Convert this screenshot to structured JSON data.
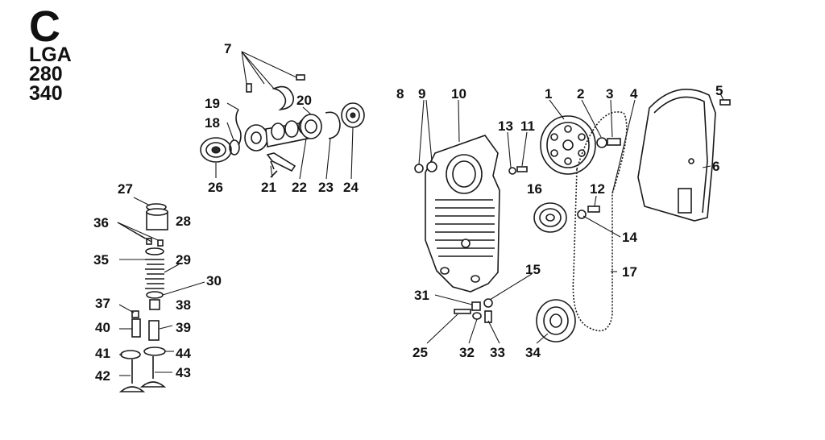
{
  "header": {
    "section_letter": "C",
    "model_code": "LGA",
    "variant_a": "280",
    "variant_b": "340"
  },
  "callouts": {
    "n1": "1",
    "n2": "2",
    "n3": "3",
    "n4": "4",
    "n5": "5",
    "n6": "6",
    "n7": "7",
    "n8": "8",
    "n9": "9",
    "n10": "10",
    "n11": "11",
    "n12": "12",
    "n13": "13",
    "n14": "14",
    "n15": "15",
    "n16": "16",
    "n17": "17",
    "n18": "18",
    "n19": "19",
    "n20": "20",
    "n21": "21",
    "n22": "22",
    "n23": "23",
    "n24": "24",
    "n25": "25",
    "n26": "26",
    "n27": "27",
    "n28": "28",
    "n29": "29",
    "n30": "30",
    "n31": "31",
    "n32": "32",
    "n33": "33",
    "n34": "34",
    "n35": "35",
    "n36": "36",
    "n37": "37",
    "n38": "38",
    "n39": "39",
    "n40": "40",
    "n41": "41",
    "n42": "42",
    "n43": "43",
    "n44": "44"
  }
}
